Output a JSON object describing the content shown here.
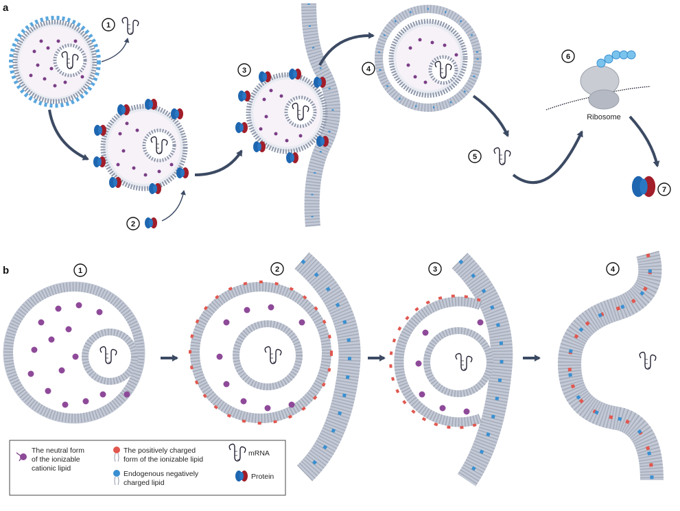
{
  "panels": {
    "a": "a",
    "b": "b"
  },
  "steps_a": [
    "1",
    "2",
    "3",
    "4",
    "5",
    "6",
    "7"
  ],
  "steps_b": [
    "1",
    "2",
    "3",
    "4"
  ],
  "ribosome_label": "Ribosome",
  "legend": {
    "neutral_lipid": [
      "The neutral form",
      "of the ionizable",
      "cationic lipid"
    ],
    "positive_lipid": [
      "The positively charged",
      "form of the ionizable lipid"
    ],
    "negative_lipid": [
      "Endogenous negatively",
      "charged lipid"
    ],
    "mrna": "mRNA",
    "protein": "Protein"
  },
  "colors": {
    "membrane": "#c3c9d6",
    "membrane_edge": "#8e97aa",
    "cargo": "#7b3e86",
    "positive_lipid": "#e0574f",
    "negative_lipid": "#3a8fd0",
    "protein_blue": "#1e66b0",
    "protein_red": "#a11e2a",
    "arrow": "#3c4a63",
    "peg": "#5aa7de",
    "ribosome": "#c9ccd3",
    "peptide": "#7ac3ec"
  }
}
